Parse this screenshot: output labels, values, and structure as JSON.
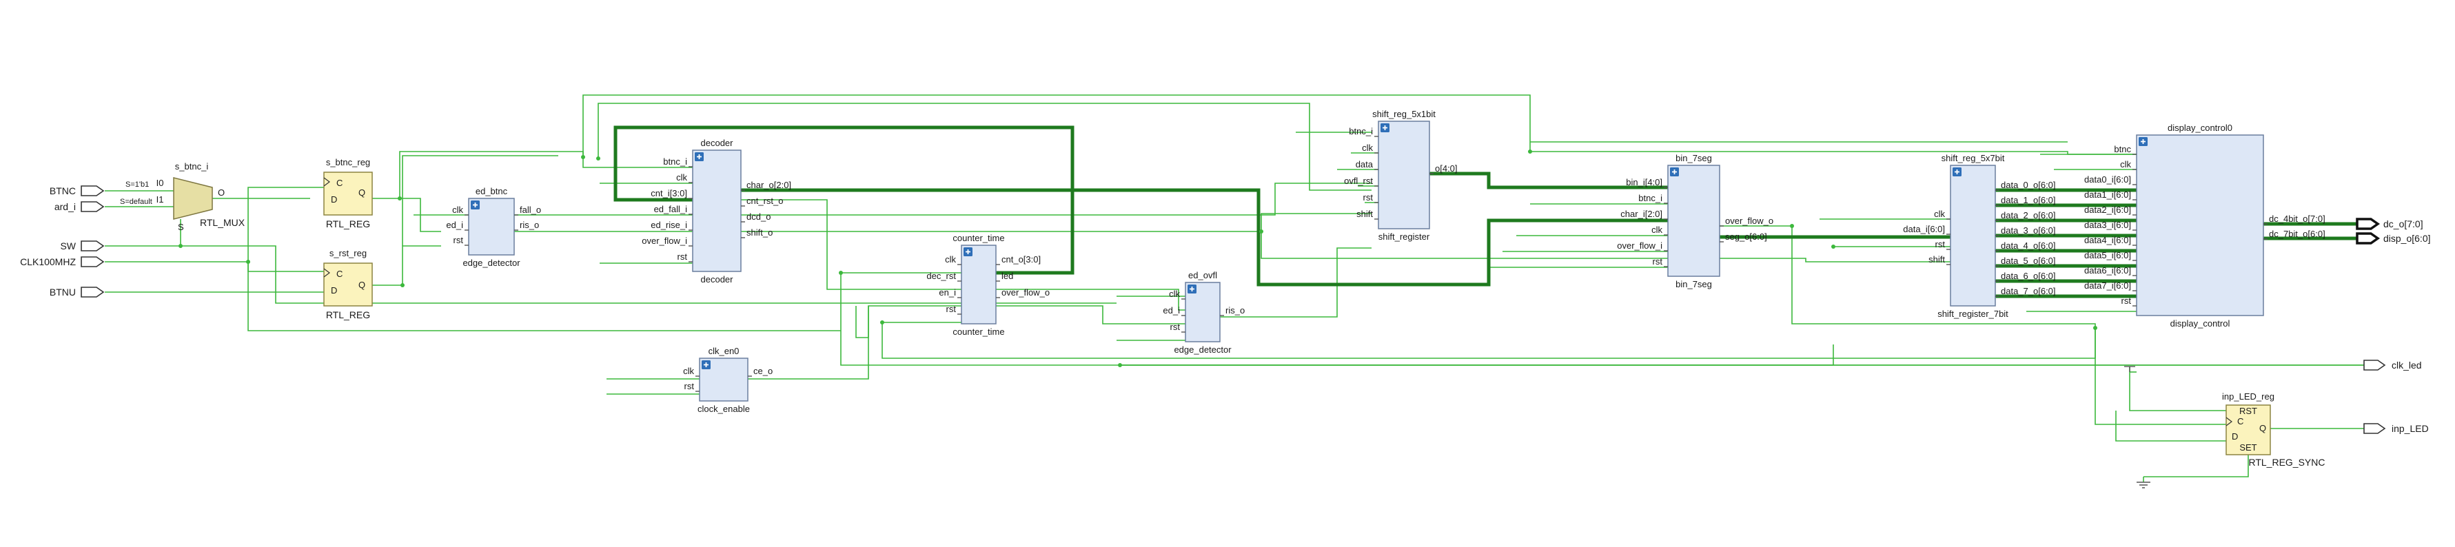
{
  "inputs": {
    "btnc": "BTNC",
    "ard": "ard_i",
    "sw": "SW",
    "clk": "CLK100MHZ",
    "btnu": "BTNU"
  },
  "outputs": {
    "dc": "dc_o[7:0]",
    "disp": "disp_o[6:0]",
    "clk_led": "clk_led",
    "inp_led": "inp_LED"
  },
  "mux": {
    "inst": "s_btnc_i",
    "type": "RTL_MUX",
    "i0": "I0",
    "i1": "I1",
    "o": "O",
    "s": "S",
    "sel1": "S=1'b1",
    "seldef": "S=default"
  },
  "s_btnc_reg": {
    "inst": "s_btnc_reg",
    "type": "RTL_REG",
    "c": "C",
    "d": "D",
    "q": "Q"
  },
  "s_rst_reg": {
    "inst": "s_rst_reg",
    "type": "RTL_REG",
    "c": "C",
    "d": "D",
    "q": "Q"
  },
  "ed_btnc": {
    "inst": "ed_btnc",
    "type": "edge_detector",
    "pins_in": [
      "clk",
      "ed_i",
      "rst"
    ],
    "pins_out": [
      "fall_o",
      "ris_o"
    ]
  },
  "decoder": {
    "inst": "decoder",
    "type": "decoder",
    "pins_in": [
      "btnc_i",
      "clk",
      "cnt_i[3:0]",
      "ed_fall_i",
      "ed_rise_i",
      "over_flow_i",
      "rst"
    ],
    "pins_out": [
      "char_o[2:0]",
      "cnt_rst_o",
      "dcd_o",
      "shift_o"
    ]
  },
  "clk_en0": {
    "inst": "clk_en0",
    "type": "clock_enable",
    "pins_in": [
      "clk",
      "rst"
    ],
    "pins_out": [
      "ce_o"
    ]
  },
  "counter_time": {
    "inst": "counter_time",
    "type": "counter_time",
    "pins_in": [
      "clk",
      "dec_rst",
      "en_i",
      "rst"
    ],
    "pins_out": [
      "cnt_o[3:0]",
      "led",
      "over_flow_o"
    ]
  },
  "ed_ovfl": {
    "inst": "ed_ovfl",
    "type": "edge_detector",
    "pins_in": [
      "clk",
      "ed_i",
      "rst"
    ],
    "pins_out": [
      "ris_o"
    ]
  },
  "shift_reg_5x1bit": {
    "inst": "shift_reg_5x1bit",
    "type": "shift_register",
    "pins_in": [
      "btnc_i",
      "clk",
      "data",
      "ovfl_rst",
      "rst",
      "shift"
    ],
    "pins_out": [
      "o[4:0]"
    ]
  },
  "bin_7seg": {
    "inst": "bin_7seg",
    "type": "bin_7seg",
    "pins_in": [
      "bin_i[4:0]",
      "btnc_i",
      "char_i[2:0]",
      "clk",
      "over_flow_i",
      "rst"
    ],
    "pins_out": [
      "over_flow_o",
      "seg_o[6:0]"
    ]
  },
  "shift_reg_5x7bit": {
    "inst": "shift_reg_5x7bit",
    "type": "shift_register_7bit",
    "pins_in": [
      "clk",
      "data_i[6:0]",
      "rst",
      "shift"
    ],
    "pins_out": [
      "data_0_o[6:0]",
      "data_1_o[6:0]",
      "data_2_o[6:0]",
      "data_3_o[6:0]",
      "data_4_o[6:0]",
      "data_5_o[6:0]",
      "data_6_o[6:0]",
      "data_7_o[6:0]"
    ]
  },
  "display_control": {
    "inst": "display_control0",
    "type": "display_control",
    "pins_in": [
      "btnc",
      "clk",
      "data0_i[6:0]",
      "data1_i[6:0]",
      "data2_i[6:0]",
      "data3_i[6:0]",
      "data4_i[6:0]",
      "data5_i[6:0]",
      "data6_i[6:0]",
      "data7_i[6:0]",
      "rst"
    ],
    "pins_out": [
      "dc_4bit_o[7:0]",
      "dc_7bit_o[6:0]"
    ]
  },
  "inp_led_reg": {
    "inst": "inp_LED_reg",
    "type": "RTL_REG_SYNC",
    "rst": "RST",
    "c": "C",
    "d": "D",
    "q": "Q",
    "set": "SET"
  },
  "colors": {
    "wire": "#3cb83c",
    "bus": "#1e7a1e",
    "block_fill": "#dde7f6",
    "reg_fill": "#fbf3bd"
  }
}
